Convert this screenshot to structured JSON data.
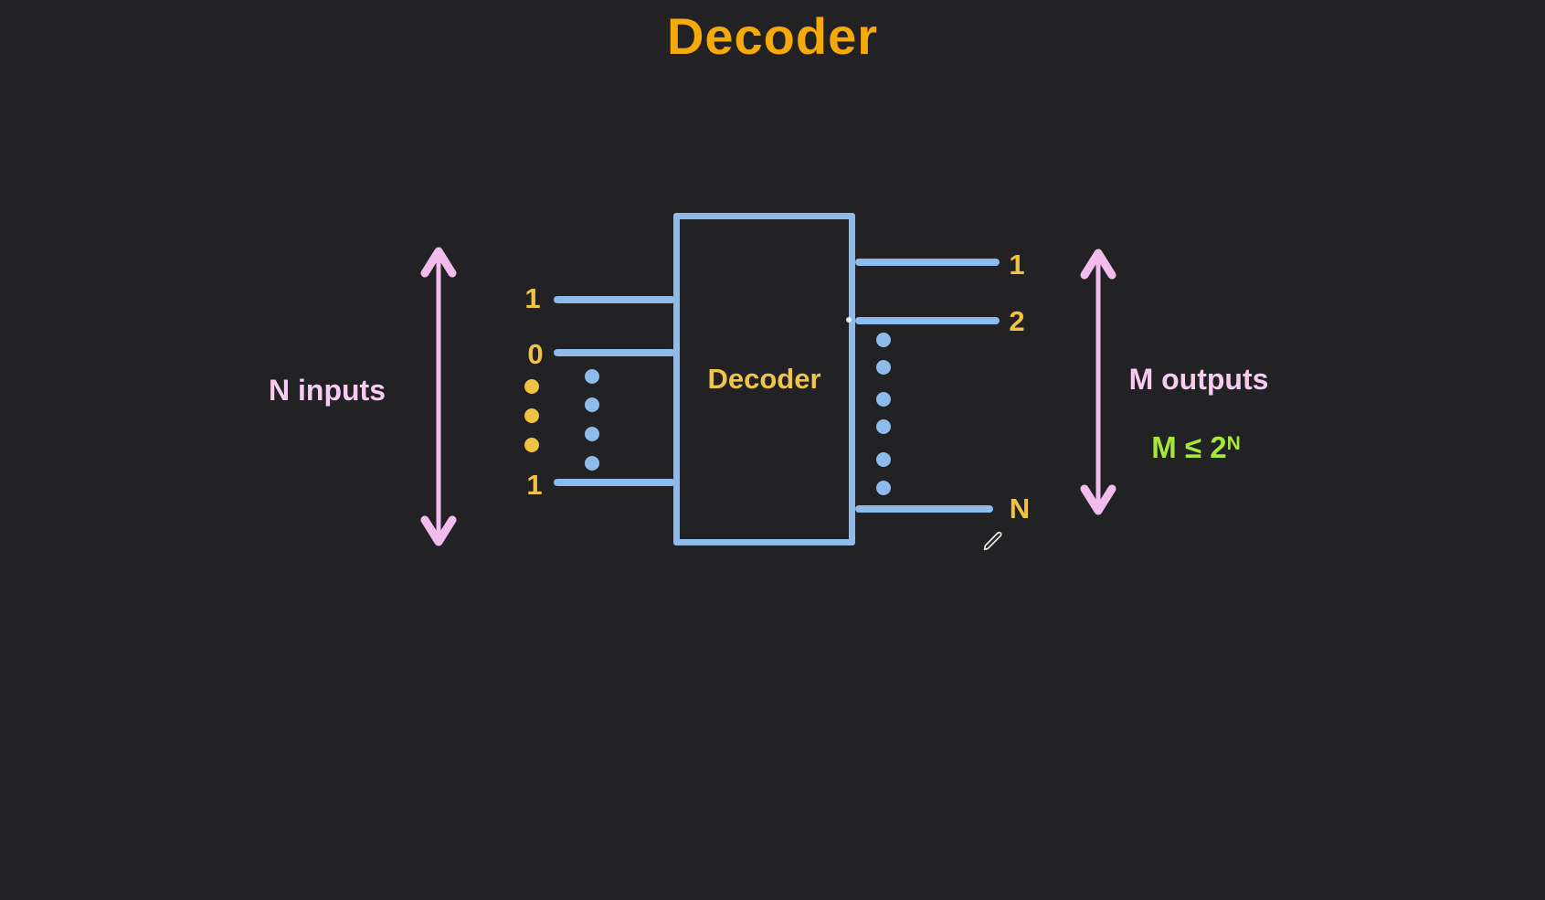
{
  "page_title": "Decoder",
  "diagram": {
    "box_label": "Decoder",
    "inputs": {
      "pin_labels": [
        "1",
        "0",
        "1"
      ],
      "arrow_label": "N inputs"
    },
    "outputs": {
      "pin_labels": [
        "1",
        "2",
        "N"
      ],
      "arrow_label": "M outputs",
      "constraint_base": "M ≤ 2",
      "constraint_sup": "N"
    },
    "icons": {
      "cursor": "pencil-icon",
      "left_span": "double-vertical-arrow-icon",
      "right_span": "double-vertical-arrow-icon"
    },
    "colors": {
      "background": "#222224",
      "title_amber": "#F6A90B",
      "label_yellow": "#F0C342",
      "wire_blue": "#8EBBEB",
      "arrow_pink": "#F3BCEE",
      "text_pink": "#F7CBF2",
      "constraint_green": "#A6E73C"
    }
  }
}
